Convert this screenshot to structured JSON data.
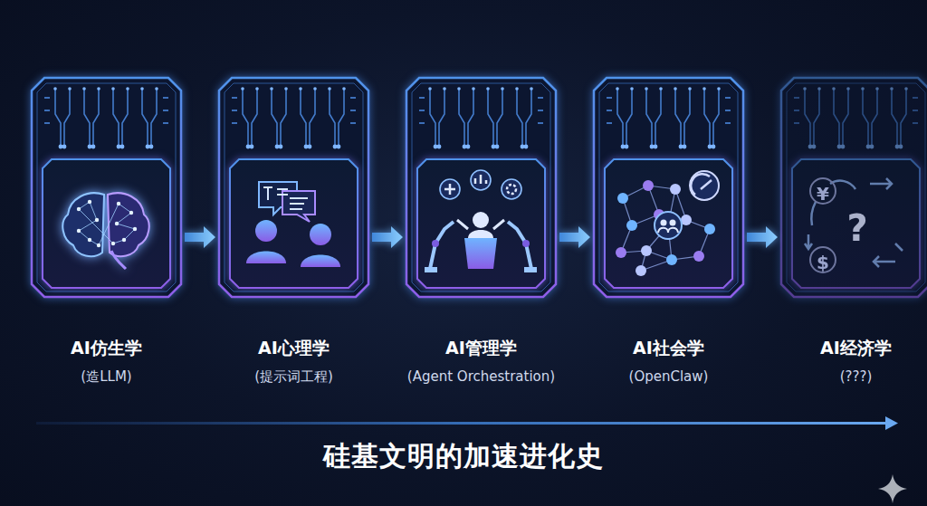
{
  "diagram": {
    "title": "硅基文明的加速进化史",
    "nodes": [
      {
        "text": [
          "AI仿生学",
          "(造LLM)"
        ]
      },
      {
        "text": [
          "AI心理学",
          "(提示词工程)"
        ]
      },
      {
        "text": [
          "AI管理学",
          "(Agent Orchestration)"
        ]
      },
      {
        "text": [
          "AI社会学",
          "(OpenClaw)"
        ]
      },
      {
        "text": [
          "AI经济学",
          "(???)"
        ]
      }
    ],
    "edges": [
      {
        "from": 0,
        "to": 1,
        "arrow": "to"
      },
      {
        "from": 1,
        "to": 2,
        "arrow": "to"
      },
      {
        "from": 2,
        "to": 3,
        "arrow": "to"
      },
      {
        "from": 3,
        "to": 4,
        "arrow": "to"
      }
    ],
    "labels": [
      "¥",
      "$",
      "?"
    ]
  }
}
